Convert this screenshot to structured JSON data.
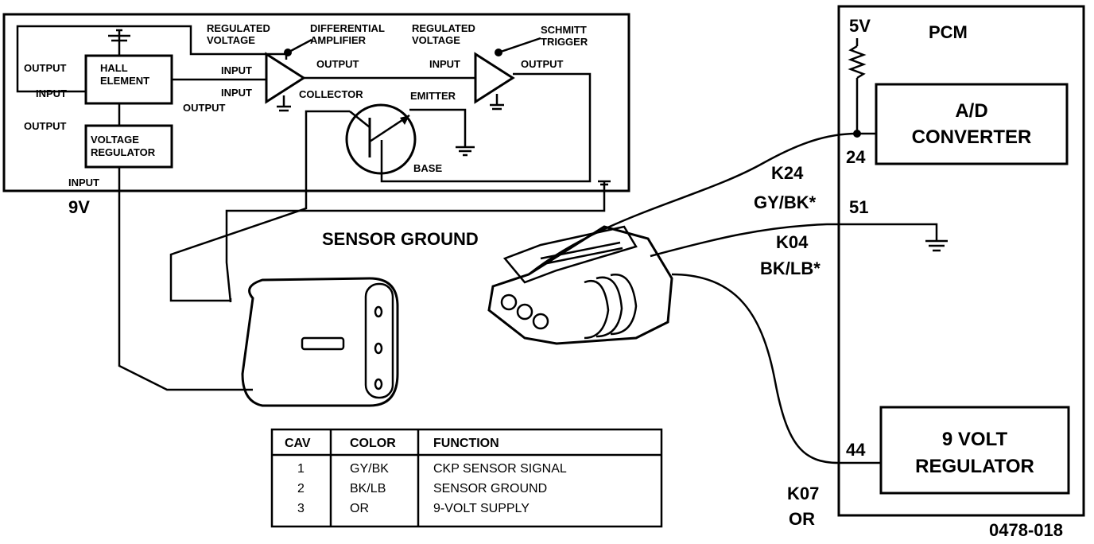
{
  "sensor": {
    "labels": {
      "output_left": "OUTPUT",
      "input_left": "INPUT",
      "hall_element": [
        "HALL",
        "ELEMENT"
      ],
      "output_vr": "OUTPUT",
      "voltage_regulator": [
        "VOLTAGE",
        "REGULATOR"
      ],
      "input_vr": "INPUT",
      "nine_v": "9V",
      "regulated_voltage_1": [
        "REGULATED",
        "VOLTAGE"
      ],
      "diff_amp": [
        "DIFFERENTIAL",
        "AMPLIFIER"
      ],
      "input_amp_1": "INPUT",
      "input_amp_2": "INPUT",
      "output_hall": "OUTPUT",
      "output_amp": "OUTPUT",
      "regulated_voltage_2": [
        "REGULATED",
        "VOLTAGE"
      ],
      "schmitt": [
        "SCHMITT",
        "TRIGGER"
      ],
      "input_schmitt": "INPUT",
      "output_schmitt": "OUTPUT",
      "collector": "COLLECTOR",
      "emitter": "EMITTER",
      "base": "BASE",
      "sensor_ground": "SENSOR GROUND"
    }
  },
  "pcm": {
    "title": "PCM",
    "five_v": "5V",
    "ad_converter": [
      "A/D",
      "CONVERTER"
    ],
    "nine_volt_regulator": [
      "9 VOLT",
      "REGULATOR"
    ],
    "pin_24": "24",
    "pin_51": "51",
    "pin_44": "44"
  },
  "wires": {
    "k24": "K24",
    "k24_color": "GY/BK*",
    "k04": "K04",
    "k04_color": "BK/LB*",
    "k07": "K07",
    "k07_color": "OR"
  },
  "table": {
    "headers": [
      "CAV",
      "COLOR",
      "FUNCTION"
    ],
    "rows": [
      [
        "1",
        "GY/BK",
        "CKP SENSOR SIGNAL"
      ],
      [
        "2",
        "BK/LB",
        "SENSOR GROUND"
      ],
      [
        "3",
        "OR",
        "9-VOLT SUPPLY"
      ]
    ]
  },
  "figure_id": "0478-018"
}
